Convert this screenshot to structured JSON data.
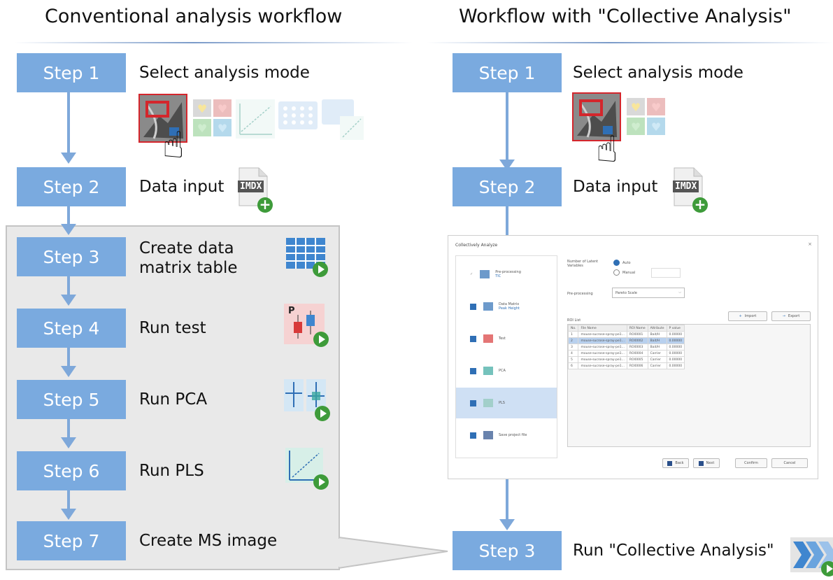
{
  "left": {
    "title": "Conventional analysis workflow",
    "steps": [
      {
        "label": "Step 1",
        "text": "Select analysis mode"
      },
      {
        "label": "Step 2",
        "text": "Data input"
      },
      {
        "label": "Step 3",
        "text": "Create data\nmatrix table"
      },
      {
        "label": "Step 4",
        "text": "Run test"
      },
      {
        "label": "Step 5",
        "text": "Run PCA"
      },
      {
        "label": "Step 6",
        "text": "Run PLS"
      },
      {
        "label": "Step 7",
        "text": "Create MS image"
      }
    ],
    "file_tag": "IMDX",
    "test_letter": "P"
  },
  "right": {
    "title": "Workflow with \"Collective Analysis\"",
    "steps": [
      {
        "label": "Step 1",
        "text": "Select analysis mode"
      },
      {
        "label": "Step 2",
        "text": "Data input"
      },
      {
        "label": "Step 3",
        "text": "Run \"Collective Analysis\""
      }
    ],
    "file_tag": "IMDX"
  },
  "dialog": {
    "title": "Collectively Analyze",
    "sidebar": [
      {
        "label": "Pre-processing",
        "sub": "TIC"
      },
      {
        "label": "Data Matrix",
        "sub": "Peak Height"
      },
      {
        "label": "Test",
        "sub": ""
      },
      {
        "label": "PCA",
        "sub": ""
      },
      {
        "label": "PLS",
        "sub": ""
      },
      {
        "label": "Save project file",
        "sub": ""
      }
    ],
    "latent_label": "Number of Latent Variables",
    "radio_auto": "Auto",
    "radio_manual": "Manual",
    "preprocessing_label": "Pre-processing",
    "preprocessing_value": "Pareto Scale",
    "roi_list_label": "ROI List",
    "import_label": "Import",
    "export_label": "Export",
    "columns": [
      "No.",
      "File Name",
      "ROI Name",
      "Attribute",
      "P value"
    ],
    "rows": [
      [
        "1",
        "mouse-sucrose-spray-pe1...",
        "ROI0001",
        "Bait/H",
        "0.00000"
      ],
      [
        "2",
        "mouse-sucrose-spray-pe1...",
        "ROI0002",
        "Bait/H",
        "0.00000"
      ],
      [
        "3",
        "mouse-sucrose-spray-pe1...",
        "ROI0003",
        "Bait/H",
        "0.00000"
      ],
      [
        "4",
        "mouse-sucrose-spray-pe1...",
        "ROI0004",
        "Carrier",
        "0.00000"
      ],
      [
        "5",
        "mouse-sucrose-spray-pe1...",
        "ROI0005",
        "Carrier",
        "0.00000"
      ],
      [
        "6",
        "mouse-sucrose-spray-pe1...",
        "ROI0006",
        "Carrier",
        "0.00000"
      ]
    ],
    "buttons": {
      "back": "Back",
      "next": "Next",
      "confirm": "Confirm",
      "cancel": "Cancel"
    }
  },
  "colors": {
    "step_fill": "#7aaadf",
    "arrow": "#7ea8da",
    "accent_green": "#3e9b3a",
    "accent_red": "#d4262c"
  }
}
